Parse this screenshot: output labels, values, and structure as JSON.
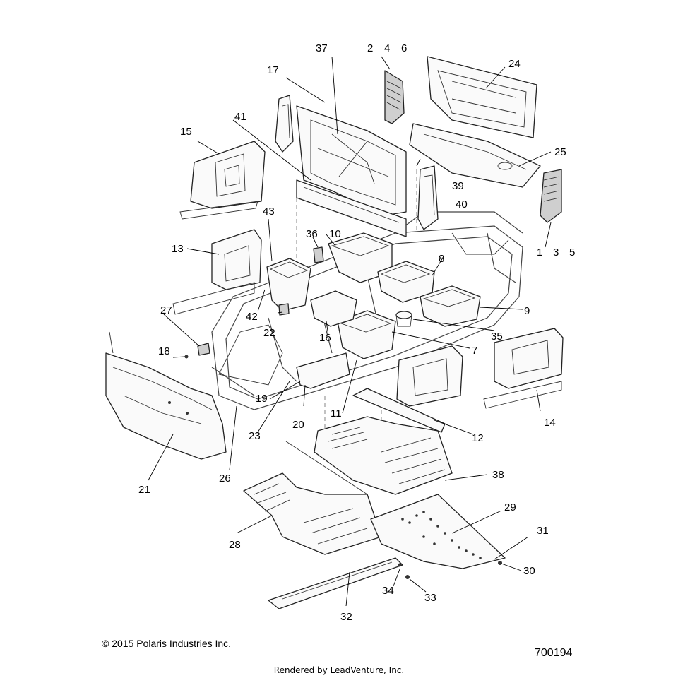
{
  "diagram": {
    "callouts": [
      "1",
      "2",
      "3",
      "4",
      "5",
      "6",
      "7",
      "8",
      "9",
      "10",
      "11",
      "12",
      "13",
      "14",
      "15",
      "16",
      "17",
      "18",
      "19",
      "20",
      "21",
      "22",
      "23",
      "24",
      "25",
      "26",
      "27",
      "28",
      "29",
      "30",
      "31",
      "32",
      "33",
      "34",
      "35",
      "36",
      "37",
      "38",
      "39",
      "40",
      "41",
      "42",
      "43"
    ]
  },
  "footer": {
    "copyright": "© 2015 Polaris Industries Inc.",
    "figure_number": "700194",
    "render_credit": "Rendered by LeadVenture, Inc."
  }
}
